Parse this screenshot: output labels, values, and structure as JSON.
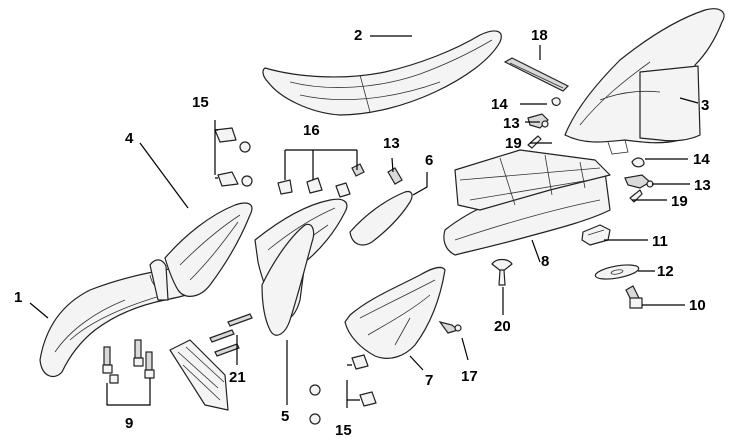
{
  "diagram": {
    "callouts": [
      {
        "id": "label-1",
        "text": "1"
      },
      {
        "id": "label-2",
        "text": "2"
      },
      {
        "id": "label-3",
        "text": "3"
      },
      {
        "id": "label-4",
        "text": "4"
      },
      {
        "id": "label-5",
        "text": "5"
      },
      {
        "id": "label-6",
        "text": "6"
      },
      {
        "id": "label-7",
        "text": "7"
      },
      {
        "id": "label-8",
        "text": "8"
      },
      {
        "id": "label-9",
        "text": "9"
      },
      {
        "id": "label-10",
        "text": "10"
      },
      {
        "id": "label-11",
        "text": "11"
      },
      {
        "id": "label-12",
        "text": "12"
      },
      {
        "id": "label-13a",
        "text": "13"
      },
      {
        "id": "label-13b",
        "text": "13"
      },
      {
        "id": "label-13c",
        "text": "13"
      },
      {
        "id": "label-14a",
        "text": "14"
      },
      {
        "id": "label-14b",
        "text": "14"
      },
      {
        "id": "label-15a",
        "text": "15"
      },
      {
        "id": "label-15b",
        "text": "15"
      },
      {
        "id": "label-16",
        "text": "16"
      },
      {
        "id": "label-17",
        "text": "17"
      },
      {
        "id": "label-18",
        "text": "18"
      },
      {
        "id": "label-19a",
        "text": "19"
      },
      {
        "id": "label-19b",
        "text": "19"
      },
      {
        "id": "label-20",
        "text": "20"
      },
      {
        "id": "label-21",
        "text": "21"
      }
    ]
  }
}
